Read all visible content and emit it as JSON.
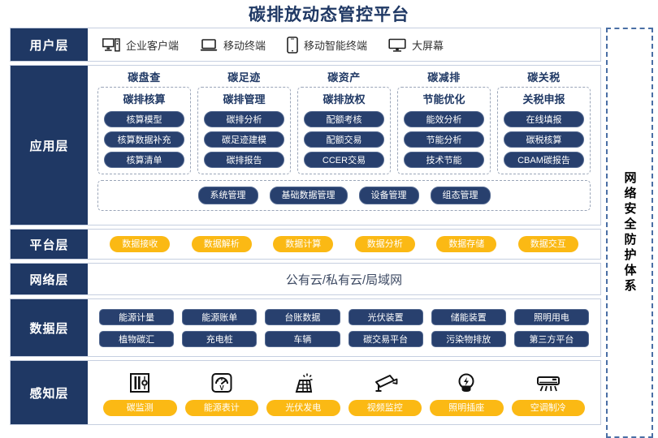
{
  "title": "碳排放动态管控平台",
  "security_band": {
    "label": "网络安全防护体系"
  },
  "layers": {
    "user": {
      "label": "用户层",
      "items": [
        {
          "icon": "desktop-tower-icon",
          "label": "企业客户端"
        },
        {
          "icon": "laptop-icon",
          "label": "移动终端"
        },
        {
          "icon": "smartphone-icon",
          "label": "移动智能终端"
        },
        {
          "icon": "monitor-icon",
          "label": "大屏幕"
        }
      ]
    },
    "application": {
      "label": "应用层",
      "columns": [
        {
          "title": "碳盘查",
          "box_title": "碳排核算",
          "items": [
            "核算模型",
            "核算数据补充",
            "核算清单"
          ]
        },
        {
          "title": "碳足迹",
          "box_title": "碳排管理",
          "items": [
            "碳排分析",
            "碳足迹建模",
            "碳排报告"
          ]
        },
        {
          "title": "碳资产",
          "box_title": "碳排放权",
          "items": [
            "配额考核",
            "配额交易",
            "CCER交易"
          ]
        },
        {
          "title": "碳减排",
          "box_title": "节能优化",
          "items": [
            "能效分析",
            "节能分析",
            "技术节能"
          ]
        },
        {
          "title": "碳关税",
          "box_title": "关税申报",
          "items": [
            "在线填报",
            "碳税核算",
            "CBAM碳报告"
          ]
        }
      ],
      "management": [
        "系统管理",
        "基础数据管理",
        "设备管理",
        "组态管理"
      ]
    },
    "platform": {
      "label": "平台层",
      "items": [
        "数据接收",
        "数据解析",
        "数据计算",
        "数据分析",
        "数据存储",
        "数据交互"
      ]
    },
    "network": {
      "label": "网络层",
      "text": "公有云/私有云/局域网"
    },
    "data": {
      "label": "数据层",
      "row1": [
        "能源计量",
        "能源账单",
        "台账数据",
        "光伏装置",
        "储能装置",
        "照明用电"
      ],
      "row2": [
        "植物碳汇",
        "充电桩",
        "车辆",
        "碳交易平台",
        "污染物排放",
        "第三方平台"
      ]
    },
    "perception": {
      "label": "感知层",
      "items": [
        {
          "icon": "carbon-sensor-icon",
          "label": "碳监测"
        },
        {
          "icon": "energy-meter-icon",
          "label": "能源表计"
        },
        {
          "icon": "solar-panel-icon",
          "label": "光伏发电"
        },
        {
          "icon": "cctv-camera-icon",
          "label": "视频监控"
        },
        {
          "icon": "light-bulb-icon",
          "label": "照明插座"
        },
        {
          "icon": "air-conditioner-icon",
          "label": "空调制冷"
        }
      ]
    }
  },
  "colors": {
    "navy": "#1f3864",
    "pill_navy": "#28406e",
    "amber": "#fbb914",
    "border": "#c6cfe0",
    "dashed": "#9aa5b8"
  }
}
